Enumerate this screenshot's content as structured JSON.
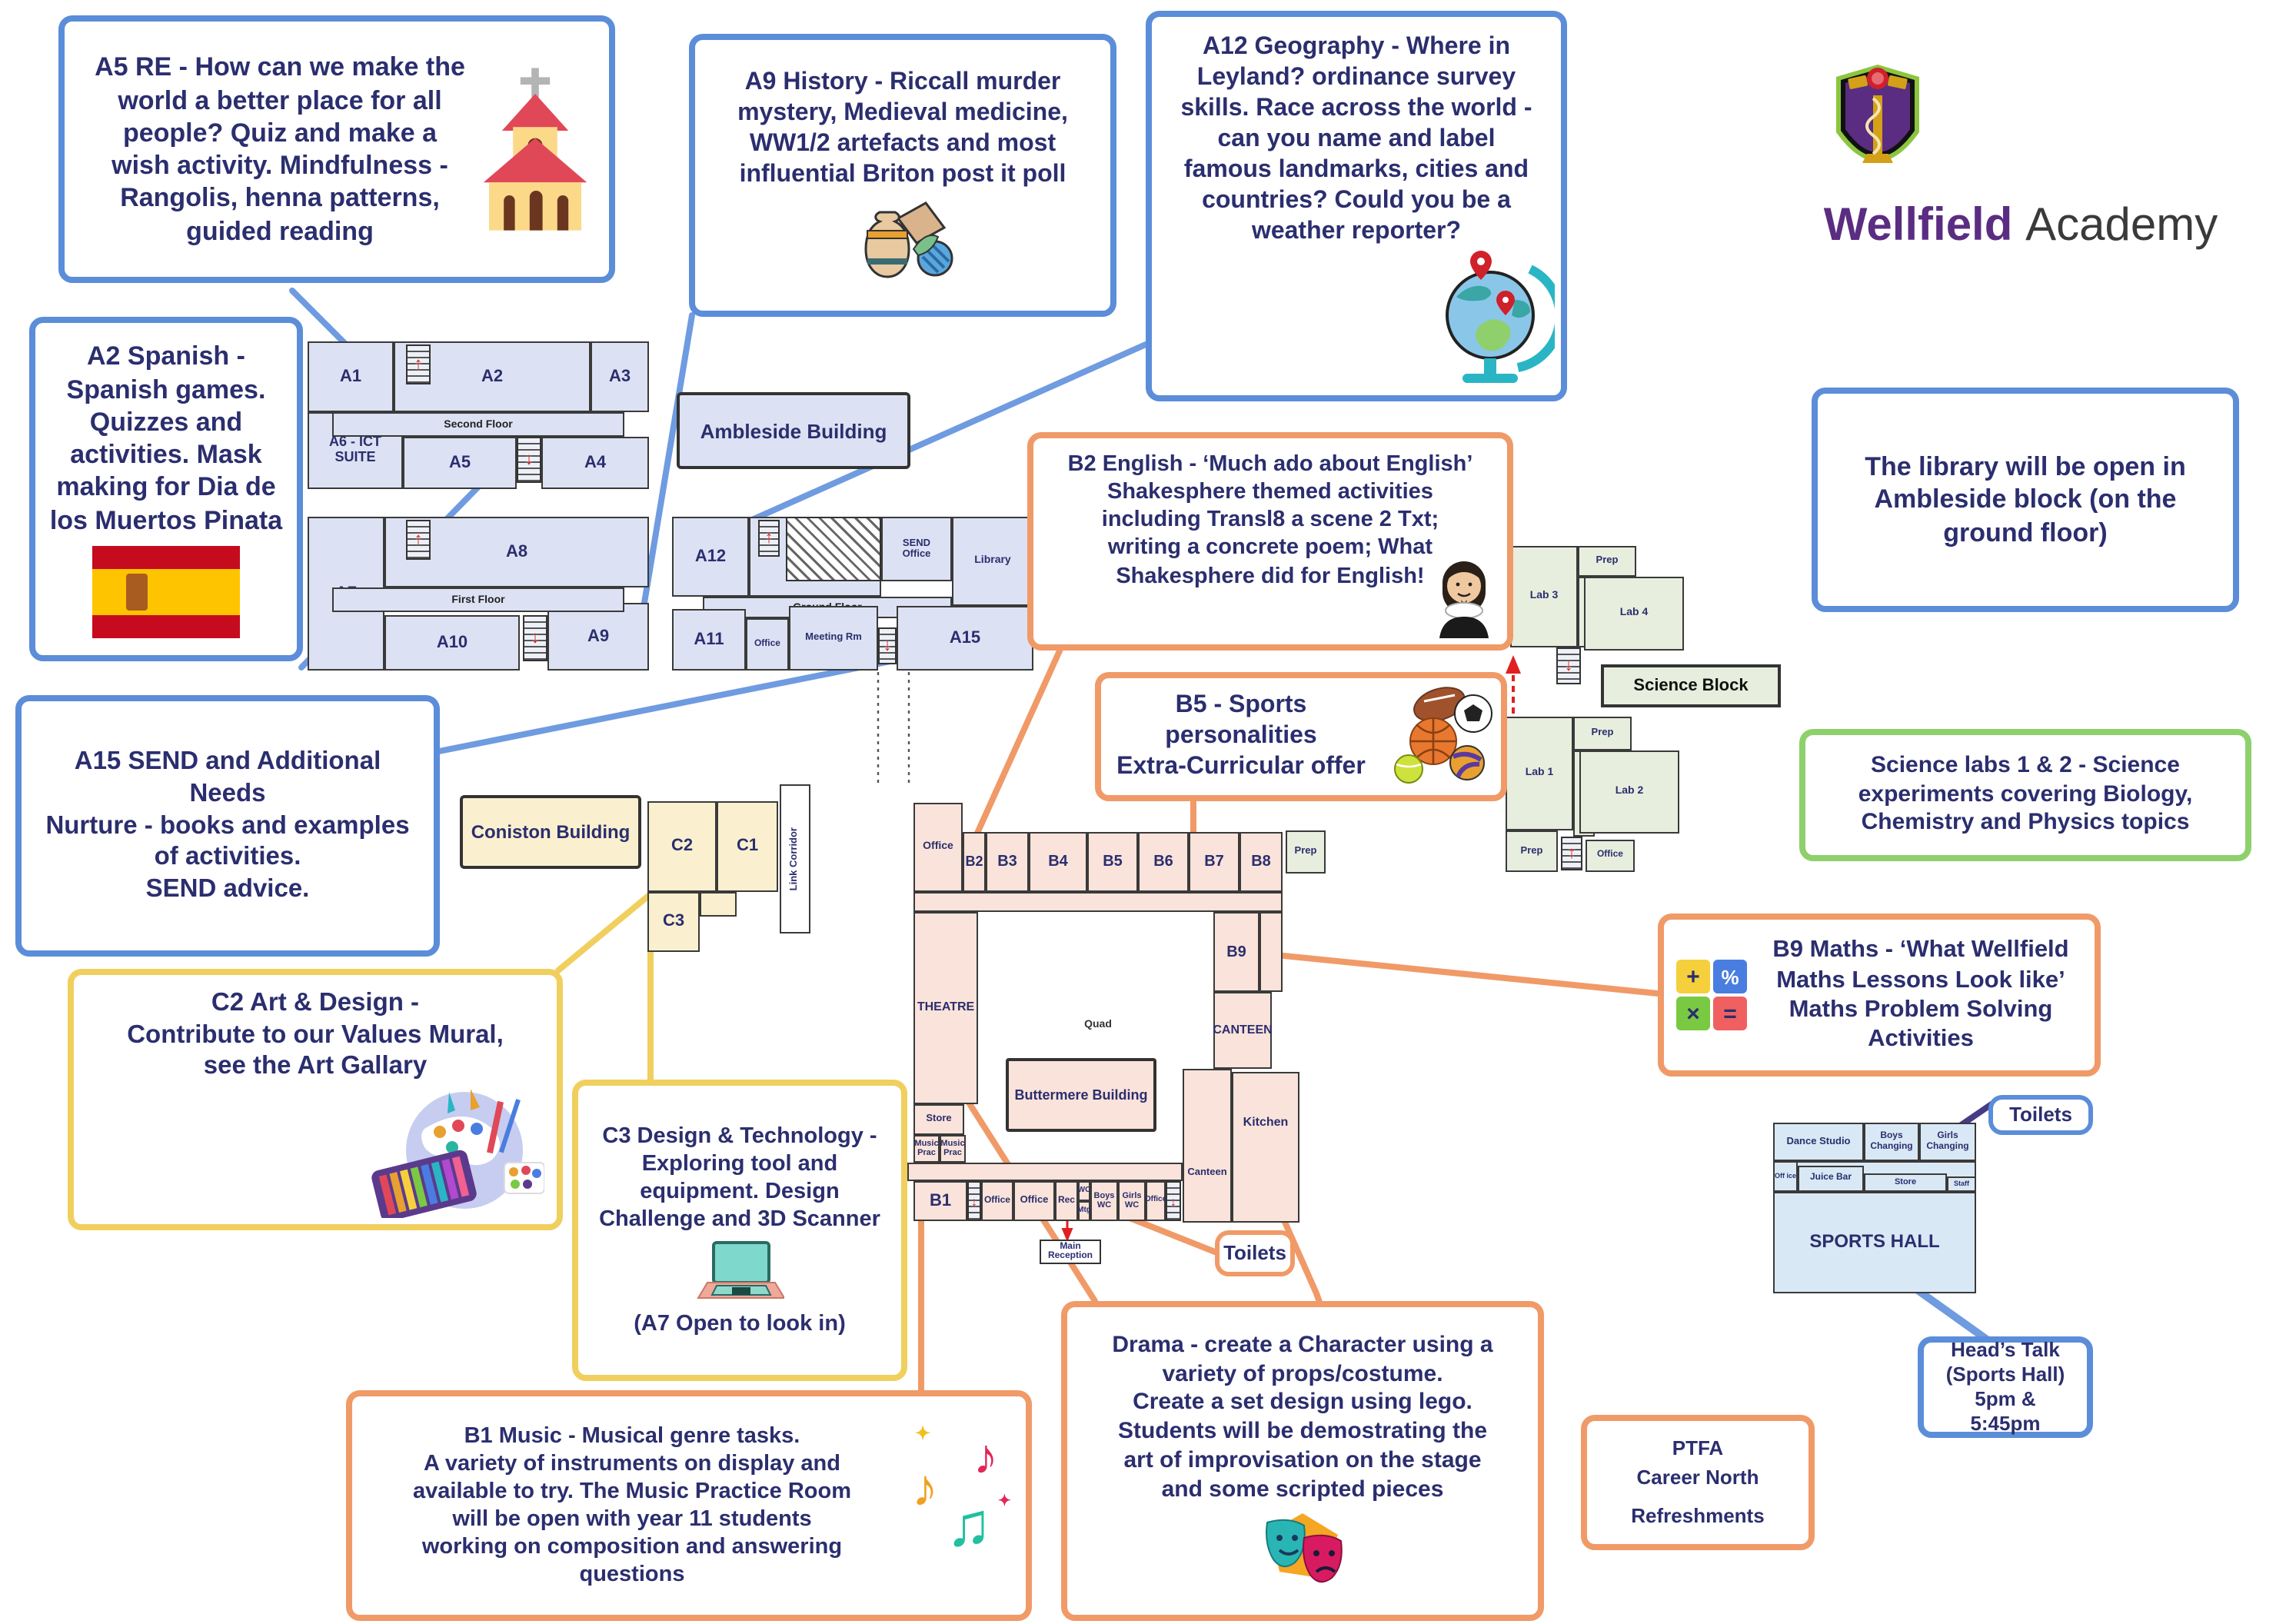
{
  "colors": {
    "blue_accent": "#5b8dd9",
    "orange_accent": "#f09a68",
    "yellow_accent": "#f0cf5e",
    "green_accent": "#8ed06c",
    "navy_text": "#2b2e6e",
    "logo_purple": "#5a2d82"
  },
  "logo": {
    "name_bold": "Wellfield",
    "name_regular": "Academy"
  },
  "callouts": {
    "a5_re": {
      "text": "A5 RE - How can we make the\nworld a better place for all\npeople? Quiz and make a\nwish activity. Mindfulness -\nRangolis, henna patterns,\nguided reading"
    },
    "a2_spanish": {
      "text": "A2 Spanish -\nSpanish games.\nQuizzes and\nactivities. Mask\nmaking for Dia de\nlos Muertos Pinata"
    },
    "a9_history": {
      "text": "A9 History - Riccall murder\nmystery, Medieval medicine,\nWW1/2 artefacts and most\ninfluential Briton post it poll"
    },
    "a12_geography": {
      "text": "A12 Geography - Where in\nLeyland? ordinance survey\nskills. Race across the world -\ncan you name and label\nfamous landmarks, cities and\ncountries? Could you be a\nweather reporter?"
    },
    "library": {
      "text": "The library will be open in\nAmbleside block (on the\nground floor)"
    },
    "a15_send": {
      "text": "A15 SEND and Additional\nNeeds\nNurture - books and examples\nof activities.\nSEND advice."
    },
    "b2_english": {
      "text": "B2 English - ‘Much ado about English’\nShakesphere themed activities\nincluding Transl8 a scene 2 Txt;\nwriting a concrete poem; What\nShakesphere did for English!"
    },
    "b5_sports": {
      "text": "B5 - Sports personalities\nExtra-Curricular offer"
    },
    "science_labs": {
      "text": "Science labs 1 & 2 - Science\nexperiments covering Biology,\nChemistry and Physics topics"
    },
    "b9_maths": {
      "text": "B9 Maths - ‘What Wellfield\nMaths Lessons Look like’\nMaths Problem Solving\nActivities"
    },
    "c2_art": {
      "text": "C2 Art & Design -\nContribute to our Values Mural,\nsee the Art Gallary"
    },
    "c3_dt": {
      "text": "C3 Design & Technology -\nExploring tool and\nequipment. Design\nChallenge and 3D Scanner",
      "note": "(A7 Open to look in)"
    },
    "b1_music": {
      "text": "B1 Music - Musical genre tasks.\nA variety of instruments on display and\navailable to try. The Music Practice Room\nwill be open with year 11 students\nworking on composition and answering\nquestions"
    },
    "drama": {
      "text": "Drama - create a Character using a\nvariety of props/costume.\nCreate a set design using lego.\nStudents will be demostrating the\nart of improvisation on the stage\nand some scripted pieces"
    },
    "ptfa": {
      "lines": [
        "PTFA",
        "Career North",
        "Refreshments"
      ]
    },
    "toilets_main": {
      "text": "Toilets"
    },
    "toilets_sports": {
      "text": "Toilets"
    },
    "heads_talk": {
      "text": "Head’s Talk\n(Sports Hall)\n5pm &\n5:45pm"
    }
  },
  "labels": {
    "ambleside": "Ambleside Building",
    "coniston": "Coniston Building",
    "buttermere": "Buttermere Building",
    "science_block": "Science Block",
    "main_reception": "Main Reception",
    "quad": "Quad"
  },
  "rooms": {
    "a1": "A1",
    "a2": "A2",
    "a3": "A3",
    "a4": "A4",
    "a5": "A5",
    "a6": "A6 - ICT\nSUITE",
    "a7": "A7",
    "a8": "A8",
    "a9": "A9",
    "a10": "A10",
    "a11": "A11",
    "a12": "A12",
    "a15": "A15",
    "second_floor": "Second Floor",
    "first_floor": "First Floor",
    "ground_floor": "Ground Floor",
    "send_office": "SEND\nOffice",
    "library": "Library",
    "office": "Office",
    "meeting_rm": "Meeting Rm",
    "c1": "C1",
    "c2": "C2",
    "c3": "C3",
    "link_corridor": "Link Corridor",
    "lab1": "Lab 1",
    "lab2": "Lab 2",
    "lab3": "Lab 3",
    "lab4": "Lab 4",
    "prep": "Prep",
    "b1": "B1",
    "b2": "B2",
    "b3": "B3",
    "b4": "B4",
    "b5": "B5",
    "b6": "B6",
    "b7": "B7",
    "b8": "B8",
    "b9": "B9",
    "theatre": "THEATRE",
    "canteen_big": "CANTEEN",
    "canteen_small": "Canteen",
    "kitchen": "Kitchen",
    "store": "Store",
    "music_prac": "Music Prac",
    "rec": "Rec",
    "wc": "WC",
    "mtg": "Mtg",
    "boys_wc": "Boys WC",
    "girls_wc": "Girls WC",
    "dance_studio": "Dance Studio",
    "boys_changing": "Boys Changing",
    "girls_changing": "Girls Changing",
    "off_ice": "Off ice",
    "juice_bar": "Juice Bar",
    "staff": "Staff",
    "sports_hall": "SPORTS HALL"
  }
}
